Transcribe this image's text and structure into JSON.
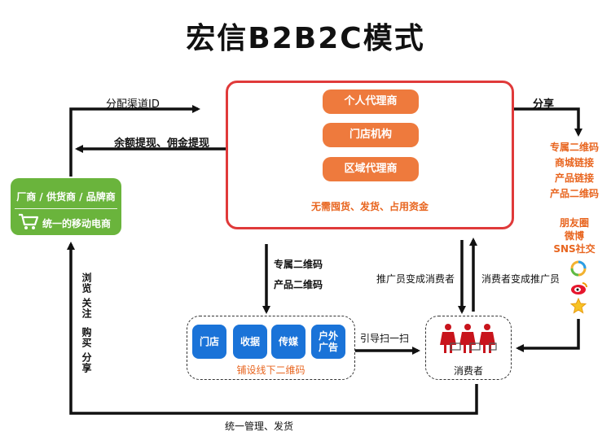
{
  "title": "宏信B2B2C模式",
  "center_box": {
    "items": [
      "个人代理商",
      "门店机构",
      "区域代理商"
    ],
    "note": "无需囤货、发货、占用资金"
  },
  "left_box": {
    "line1": "厂商 / 供货商 / 品牌商",
    "line2": "统一的移动电商"
  },
  "arrows": {
    "channel_id": "分配渠道ID",
    "withdraw": "余额提现、佣金提现",
    "share": "分享",
    "exclusive_qr": "专属二维码",
    "product_qr": "产品二维码",
    "promoter_to_consumer": "推广员变成消费者",
    "consumer_to_promoter": "消费者变成推广员",
    "guide_scan": "引导扫一扫",
    "unified": "统一管理、发货"
  },
  "right_list": {
    "links": [
      "专属二维码",
      "商城链接",
      "产品链接",
      "产品二维码"
    ],
    "social": [
      "朋友圈",
      "微博",
      "SNS社交"
    ]
  },
  "offline": {
    "buttons": [
      "门店",
      "收据",
      "传媒",
      "户外\n广告"
    ],
    "caption": "铺设线下二维码"
  },
  "consumer": {
    "label": "消费者"
  },
  "left_vertical": {
    "col1": "浏览 关注",
    "col2": "购买 分享"
  },
  "colors": {
    "red": "#e03a3a",
    "orange": "#ee7a3d",
    "green": "#6ab43c",
    "blue": "#1a73d8"
  }
}
